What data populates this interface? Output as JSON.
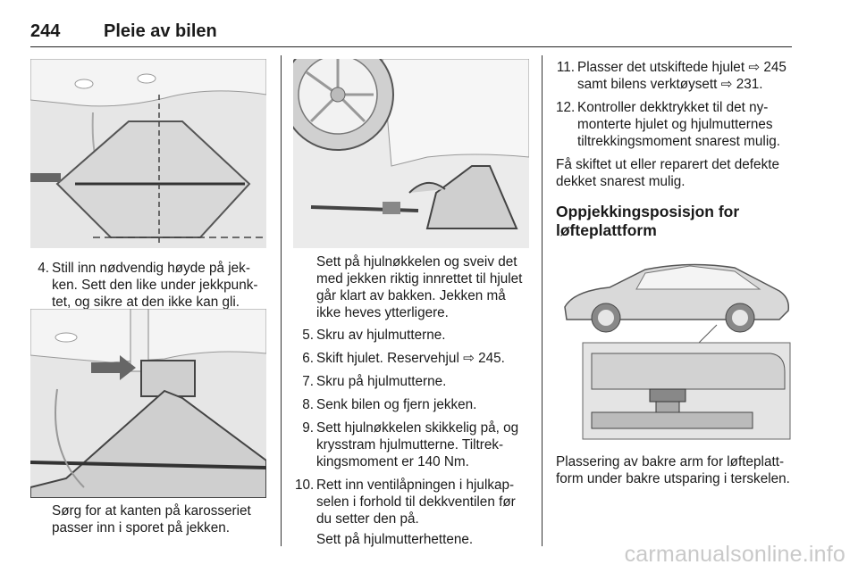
{
  "header": {
    "page_number": "244",
    "chapter_title": "Pleie av bilen"
  },
  "col1": {
    "step4": {
      "num": "4.",
      "text": "Still inn nødvendig høyde på jek­ken. Sett den like under jekkpunk­tet, og sikre at den ikke kan gli."
    },
    "caption": "Sørg for at kanten på karosseriet passer inn i sporet på jekken."
  },
  "col2": {
    "intro": "Sett på hjulnøkkelen og sveiv det med jekken riktig innrettet til hjulet går klart av bakken. Jekken må ikke heves ytterligere.",
    "steps": [
      {
        "num": "5.",
        "text": "Skru av hjulmutterne."
      },
      {
        "num": "6.",
        "text": "Skift hjulet. Reservehjul ⇨ 245."
      },
      {
        "num": "7.",
        "text": "Skru på hjulmutterne."
      },
      {
        "num": "8.",
        "text": "Senk bilen og fjern jekken."
      },
      {
        "num": "9.",
        "text": "Sett hjulnøkkelen skikkelig på, og krysstram hjulmutterne. Tiltrek­kingsmoment er 140 Nm."
      },
      {
        "num": "10.",
        "text": "Rett inn ventilåpningen i hjulkap­selen i forhold til dekkventilen før du setter den på."
      }
    ],
    "step10_extra": "Sett på hjulmutterhettene."
  },
  "col3": {
    "steps": [
      {
        "num": "11.",
        "text": "Plasser det utskiftede hjulet ⇨ 245 samt bilens verktøysett ⇨ 231."
      },
      {
        "num": "12.",
        "text": "Kontroller dekktrykket til det ny­monterte hjulet og hjulmutternes tiltrekkingsmoment snarest mulig."
      }
    ],
    "note": "Få skiftet ut eller reparert det defekte dekket snarest mulig.",
    "heading": "Oppjekkingsposisjon for løfteplattform",
    "caption": "Plassering av bakre arm for løfteplatt­form under bakre utsparing i terske­len."
  },
  "watermark": "carmanualsonline.info",
  "colors": {
    "figure_bg": "#e9e9e9",
    "divider": "#333333",
    "watermark": "#c9c9c9"
  }
}
